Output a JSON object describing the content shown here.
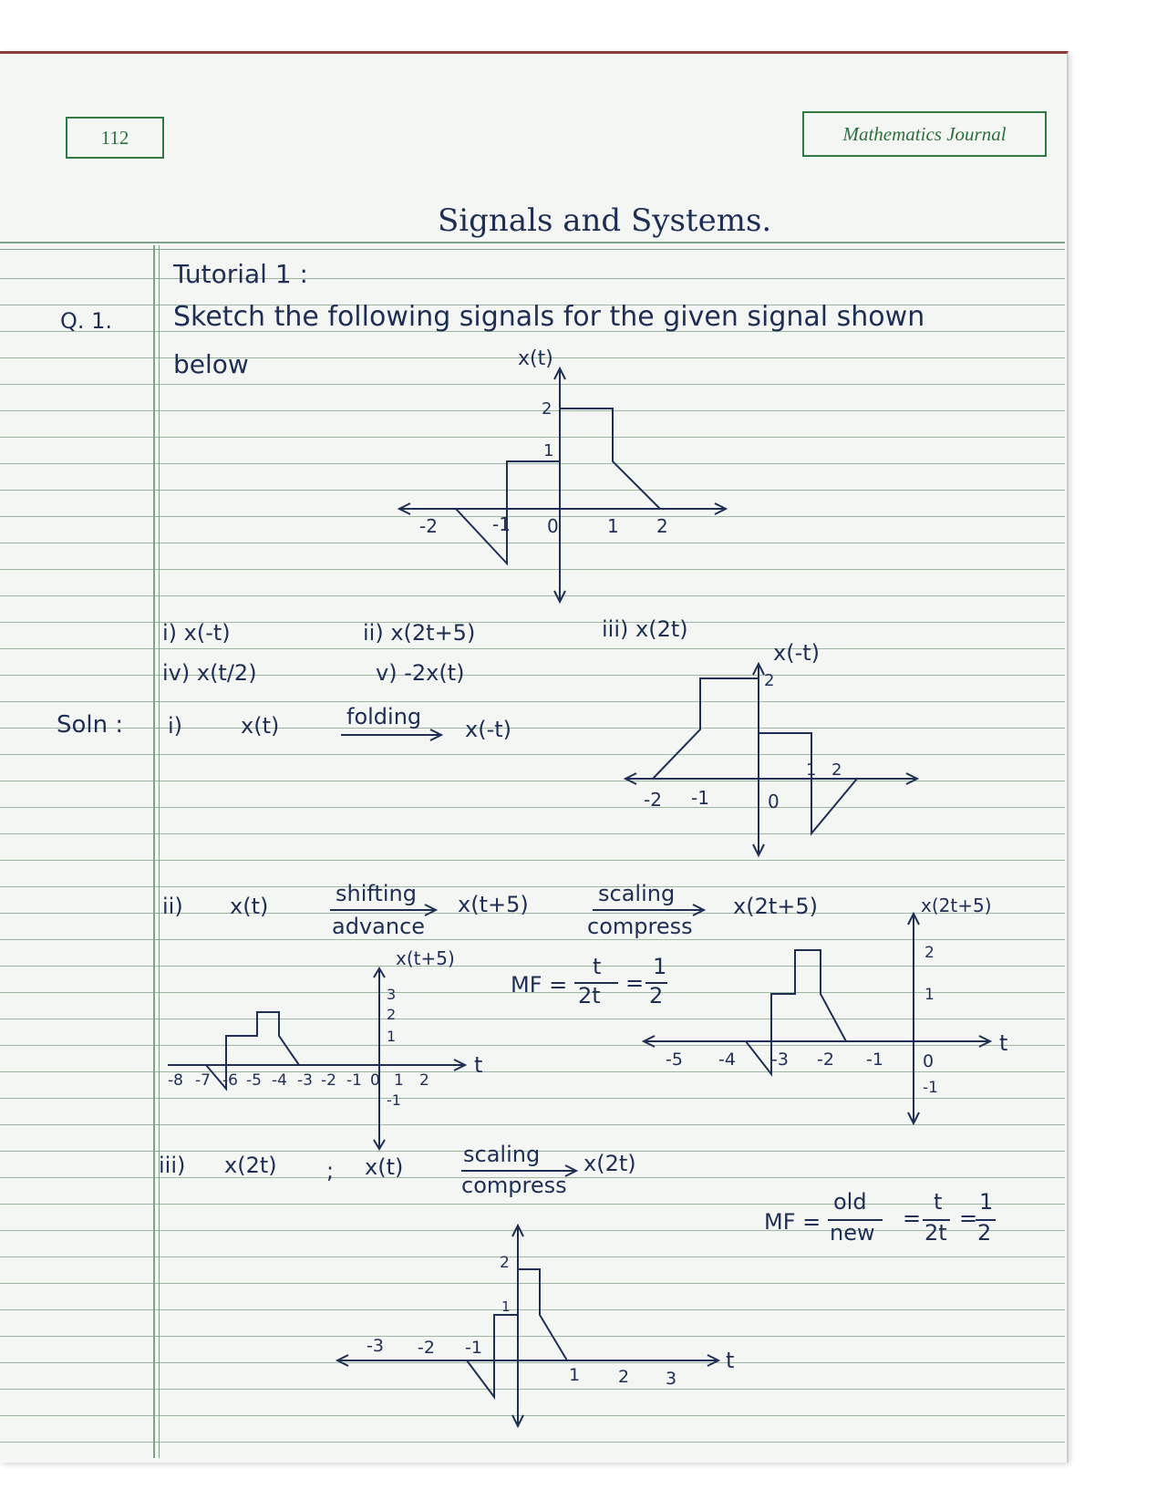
{
  "header": {
    "page_number": "112",
    "journal_name": "Mathematics Journal"
  },
  "content": {
    "title": "Signals and Systems.",
    "tutorial": "Tutorial 1 :",
    "question_label": "Q. 1.",
    "question_text": "Sketch the following signals for the given signal shown",
    "question_text_2": "below",
    "parts": {
      "i": "i) x(-t)",
      "ii": "ii) x(2t+5)",
      "iii": "iii) x(2t)",
      "iv": "iv) x(t/2)",
      "v": "v) -2x(t)"
    },
    "solution_label": "Soln :",
    "sol_i": {
      "num": "i)",
      "from": "x(t)",
      "op": "folding",
      "to": "x(-t)"
    },
    "sol_ii": {
      "num": "ii)",
      "from": "x(t)",
      "op1": "shifting",
      "op1_sub": "advance",
      "mid": "x(t+5)",
      "op2": "scaling",
      "op2_sub": "compress",
      "to": "x(2t+5)",
      "mf_label": "MF =",
      "mf_num": "t",
      "mf_den": "2t",
      "mf_eq": "=",
      "mf_res_num": "1",
      "mf_res_den": "2"
    },
    "sol_iii": {
      "num": "iii)",
      "target": "x(2t)",
      "sep": ";",
      "from": "x(t)",
      "op": "scaling",
      "op_sub": "compress",
      "to": "x(2t)",
      "mf_label": "MF =",
      "mf_num": "old",
      "mf_den": "new",
      "mf_eq": "=",
      "mf_num2": "t",
      "mf_den2": "2t",
      "mf_eq2": "=",
      "mf_res_num": "1",
      "mf_res_den": "2"
    }
  },
  "graphs": {
    "g1": {
      "y_label": "x(t)",
      "ticks_x": [
        "-2",
        "-1",
        "0",
        "1",
        "2"
      ],
      "ticks_y": [
        "1",
        "2"
      ]
    },
    "g2": {
      "y_label": "x(-t)",
      "ticks_x": [
        "-2",
        "-1",
        "0",
        "1",
        "2"
      ],
      "ticks_y": [
        "2"
      ]
    },
    "g3": {
      "y_label": "x(t+5)",
      "axis_label": "t",
      "ticks_x": [
        "-8",
        "-7",
        "-6",
        "-5",
        "-4",
        "-3",
        "-2",
        "-1",
        "0",
        "1",
        "2"
      ],
      "ticks_y": [
        "3",
        "2",
        "1",
        "-1"
      ]
    },
    "g4": {
      "y_label": "x(2t+5)",
      "axis_label": "t",
      "ticks_x": [
        "-5",
        "-4",
        "-3",
        "-2",
        "-1",
        "0"
      ],
      "ticks_y": [
        "2",
        "1",
        "-1"
      ]
    },
    "g5": {
      "axis_label": "t",
      "ticks_x": [
        "-3",
        "-2",
        "-1",
        "1",
        "2",
        "3"
      ],
      "ticks_y": [
        "2",
        "1"
      ]
    }
  },
  "colors": {
    "ink": "#1f2e55",
    "border_green": "#2f7a43",
    "rule_green": "#9bb7a2",
    "top_edge": "#8a3b3b"
  }
}
